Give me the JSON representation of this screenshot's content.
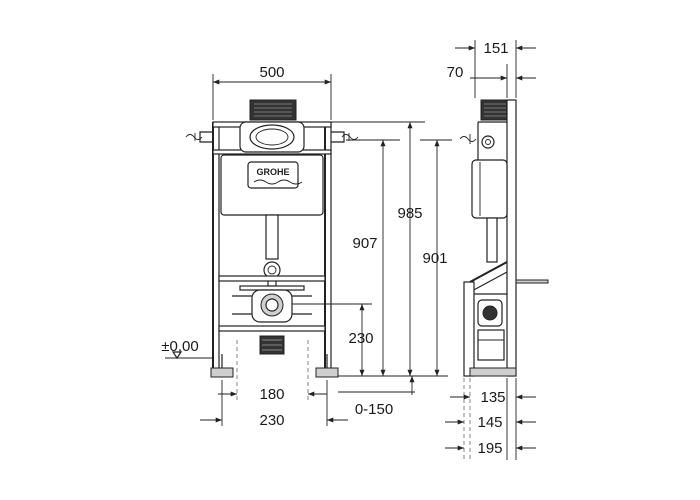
{
  "brand": {
    "logo_text": "GROHE"
  },
  "front_view": {
    "width_label": "500",
    "height_985": "985",
    "height_907": "907",
    "height_901": "901",
    "outlet_height": "230",
    "floor_level": "±0,00",
    "feet_inner": "180",
    "feet_outer": "230",
    "adjust_range": "0-150"
  },
  "side_view": {
    "depth_top": "151",
    "depth_inner": "70",
    "depth_135": "135",
    "depth_145": "145",
    "depth_195": "195"
  }
}
